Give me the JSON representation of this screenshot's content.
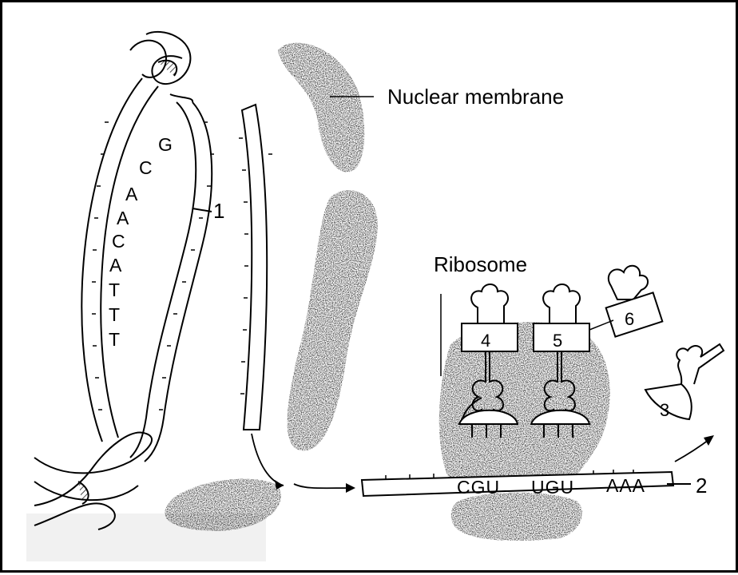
{
  "labels": {
    "nuclear_membrane": "Nuclear membrane",
    "ribosome": "Ribosome",
    "label_1": "1",
    "label_2": "2",
    "label_3": "3",
    "label_4": "4",
    "label_5": "5",
    "label_6": "6"
  },
  "dna_bases": [
    "G",
    "C",
    "A",
    "A",
    "C",
    "A",
    "T",
    "T",
    "T"
  ],
  "codons": [
    "CGU",
    "UGU",
    "AAA"
  ]
}
